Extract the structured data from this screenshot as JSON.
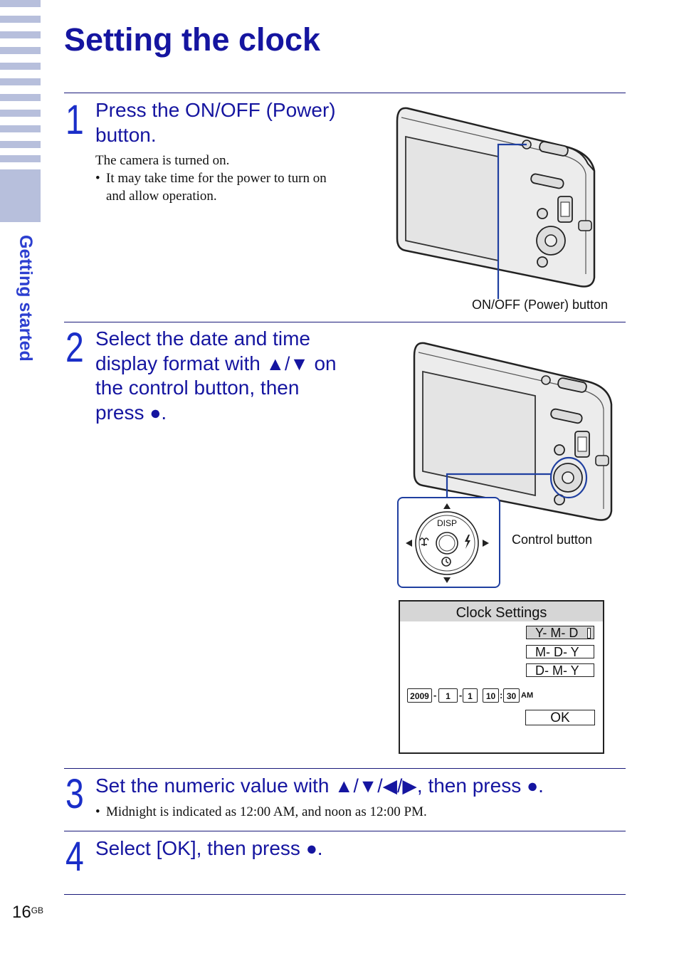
{
  "sidebar": {
    "section_label": "Getting started"
  },
  "page": {
    "title": "Setting the clock",
    "number": "16",
    "number_suffix": "GB"
  },
  "steps": [
    {
      "number": "1",
      "heading_line1": "Press the ON/OFF (Power)",
      "heading_line2": "button.",
      "body": "The camera is turned on.",
      "bullet_line1": "It may take time for the power to turn on",
      "bullet_line2": "and allow operation.",
      "callout": "ON/OFF (Power) button"
    },
    {
      "number": "2",
      "heading_line1": "Select the date and time",
      "heading_line2a": "display format with ",
      "heading_line2b": " on",
      "heading_line3": "the control button, then",
      "heading_line4": "press ",
      "callout": "Control button",
      "control_label": "DISP"
    },
    {
      "number": "3",
      "heading_a": "Set the numeric value with ",
      "heading_b": ", then press ",
      "bullet": "Midnight is indicated as 12:00 AM, and noon as 12:00 PM."
    },
    {
      "number": "4",
      "heading": "Select [OK], then press "
    }
  ],
  "glyphs": {
    "up_down": "▲/▼",
    "arrows4": "▲/▼/◀/▶",
    "dot": "●",
    "period": "."
  },
  "clock_settings": {
    "title": "Clock Settings",
    "formats": [
      "Y- M- D",
      "M- D- Y",
      "D- M- Y"
    ],
    "selected_format": "Y- M- D",
    "year": "2009",
    "month": "1",
    "day": "1",
    "hour": "10",
    "minute": "30",
    "ampm": "AM",
    "date_sep": "-",
    "time_sep": ":",
    "ok_label": "OK"
  },
  "colors": {
    "accent": "#1a2ec8",
    "heading": "#1515a0",
    "sidebar": "#b7bfdc",
    "callout_line": "#1f3fa0"
  }
}
